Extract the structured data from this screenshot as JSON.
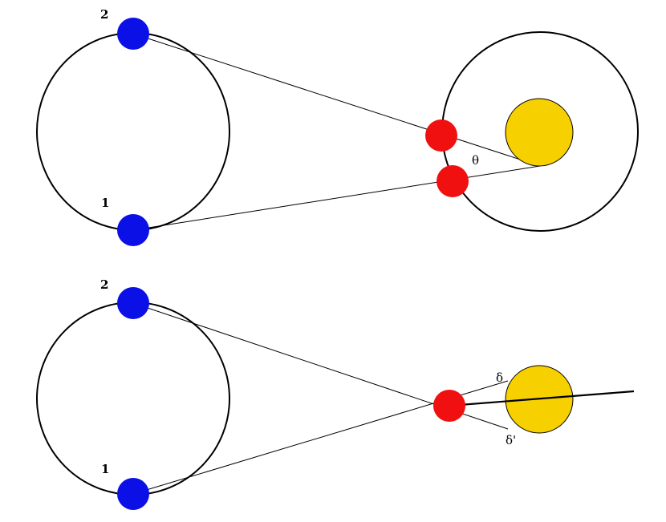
{
  "colors": {
    "earth": "#0a10e6",
    "planet": "#f01010",
    "sun": "#f7d000",
    "line": "#000000",
    "background": "#ffffff"
  },
  "top_panel": {
    "earth_position_labels": [
      "2",
      "1"
    ],
    "angle_label": "θ"
  },
  "bottom_panel": {
    "earth_position_labels": [
      "2",
      "1"
    ],
    "angle_labels": [
      "δ",
      "δ'"
    ]
  }
}
